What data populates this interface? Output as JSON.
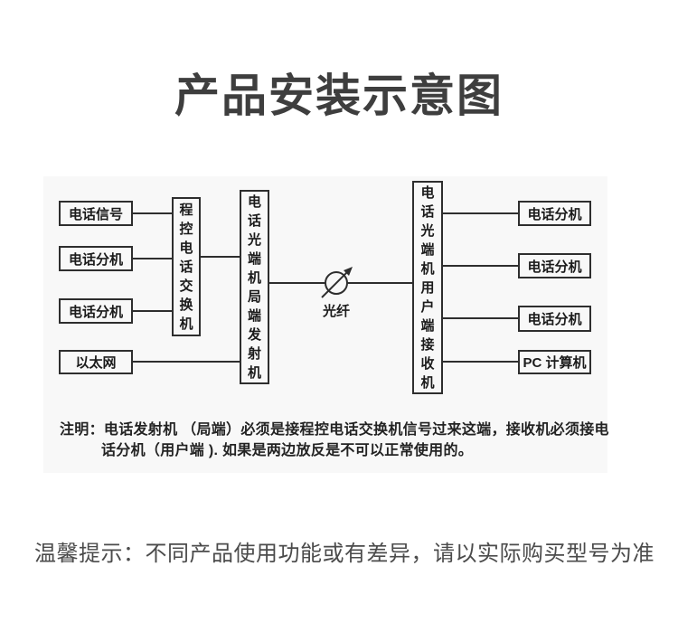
{
  "page": {
    "title": "产品安装示意图",
    "tip": "温馨提示：不同产品使用功能或有差异，请以实际购买型号为准"
  },
  "diagram": {
    "left_boxes": [
      "电话信号",
      "电话分机",
      "电话分机",
      "以太网"
    ],
    "exchange_box": "程控电话交换机",
    "transmitter_box": "电话光端机局端发射机",
    "receiver_box": "电话光端机用户端接收机",
    "right_boxes": [
      "电话分机",
      "电话分机",
      "电话分机",
      "PC 计算机"
    ],
    "fiber_label": "光纤",
    "note_line1": "注明：电话发射机 （局端）必须是接程控电话交换机信号过来这端，接收机必须接电",
    "note_line2": "话分机（用户端 ). 如果是两边放反是不可以正常使用的。",
    "colors": {
      "line": "#2e2e2e",
      "panel_bg": "#f8f8f8",
      "title_text": "#3e3e3e",
      "box_text": "#1b1b1b",
      "tip_text": "#4b4b4b"
    }
  }
}
